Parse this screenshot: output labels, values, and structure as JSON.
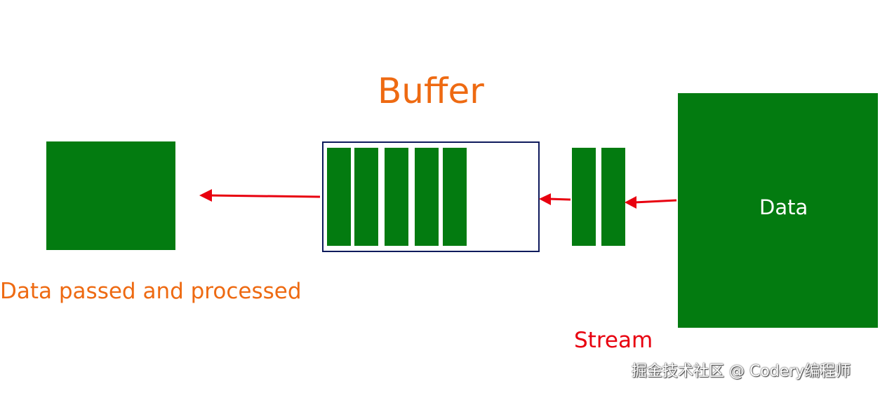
{
  "diagram": {
    "title": "Buffer",
    "processed_label": "Data passed and processed",
    "stream_label": "Stream",
    "data_label": "Data",
    "buffer_slots_filled": 5,
    "stream_chunks": 2
  },
  "colors": {
    "block_green": "#037b10",
    "title_orange": "#ee6a12",
    "stream_red": "#e8000f",
    "arrow_red": "#e8000f",
    "buffer_border": "#0e1a5c"
  },
  "watermark": "掘金技术社区 @ Codery编程师"
}
